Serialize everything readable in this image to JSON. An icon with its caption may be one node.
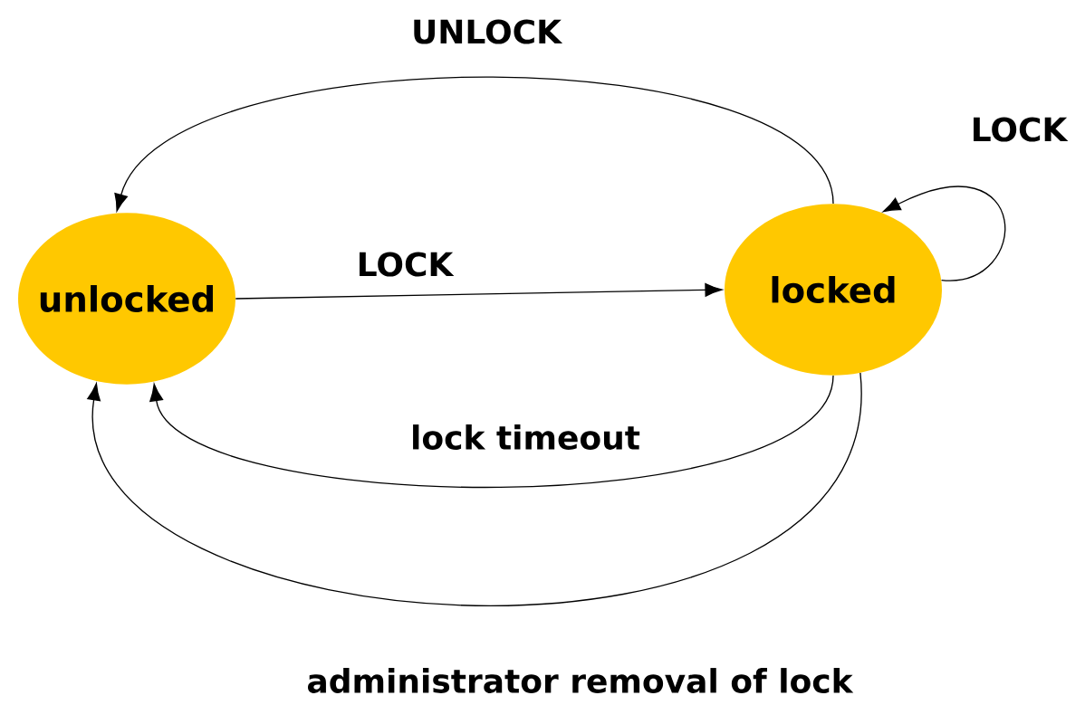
{
  "diagram": {
    "nodes": [
      {
        "text": [
          "unlocked"
        ]
      },
      {
        "text": [
          "locked"
        ]
      }
    ],
    "edges": [
      {
        "from": 0,
        "to": 1,
        "label": "LOCK",
        "arrow": "to"
      },
      {
        "from": 1,
        "to": 0,
        "label": "UNLOCK",
        "arrow": "to"
      },
      {
        "from": 1,
        "to": 1,
        "label": "LOCK",
        "arrow": "to"
      },
      {
        "from": 1,
        "to": 0,
        "label": "lock timeout",
        "arrow": "to"
      },
      {
        "from": 1,
        "to": 0,
        "label": "administrator removal of lock",
        "arrow": "to"
      }
    ]
  }
}
